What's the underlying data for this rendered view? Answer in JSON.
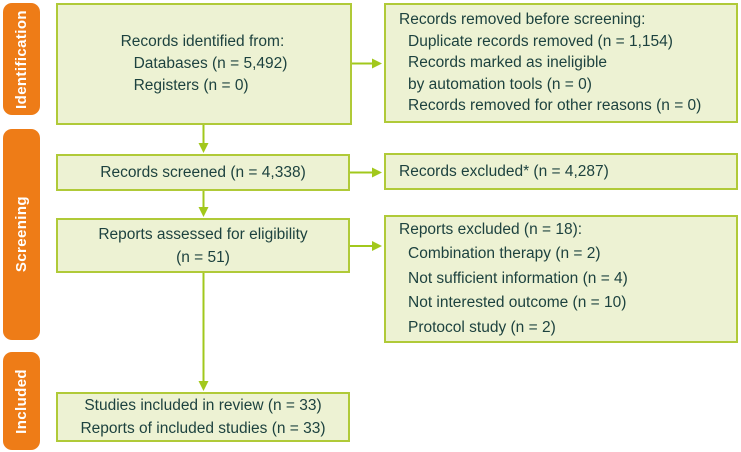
{
  "diagram_type": "flow-diagram",
  "colors": {
    "stage_bar": "#ee7c17",
    "stage_text": "#ffffff",
    "box_fill": "#edf2d3",
    "box_border": "#b0ca38",
    "arrow": "#a2c81c",
    "text": "#1d423f",
    "background": "#ffffff"
  },
  "sidebar": {
    "stages": [
      {
        "id": "identification",
        "label": "Identification"
      },
      {
        "id": "screening",
        "label": "Screening"
      },
      {
        "id": "included",
        "label": "Included"
      }
    ]
  },
  "boxes": {
    "records_identified": {
      "title": "Records identified from:",
      "items": [
        "Databases (n = 5,492)",
        "Registers (n = 0)"
      ]
    },
    "records_removed": {
      "title": "Records removed before screening:",
      "items": [
        "Duplicate records removed (n = 1,154)",
        "Records marked as ineligible",
        "by automation tools (n = 0)",
        "Records removed for other reasons (n = 0)"
      ]
    },
    "records_screened": {
      "text": "Records screened (n = 4,338)"
    },
    "records_excluded": {
      "text": "Records excluded* (n = 4,287)"
    },
    "reports_assessed": {
      "lines": [
        "Reports assessed for eligibility",
        "(n = 51)"
      ]
    },
    "reports_excluded": {
      "title": "Reports excluded (n = 18):",
      "items": [
        "Combination therapy (n = 2)",
        "Not sufficient information (n = 4)",
        "Not interested outcome (n = 10)",
        "Protocol study (n = 2)"
      ]
    },
    "studies_included": {
      "lines": [
        "Studies included in review (n = 33)",
        "Reports of included studies (n = 33)"
      ]
    }
  }
}
